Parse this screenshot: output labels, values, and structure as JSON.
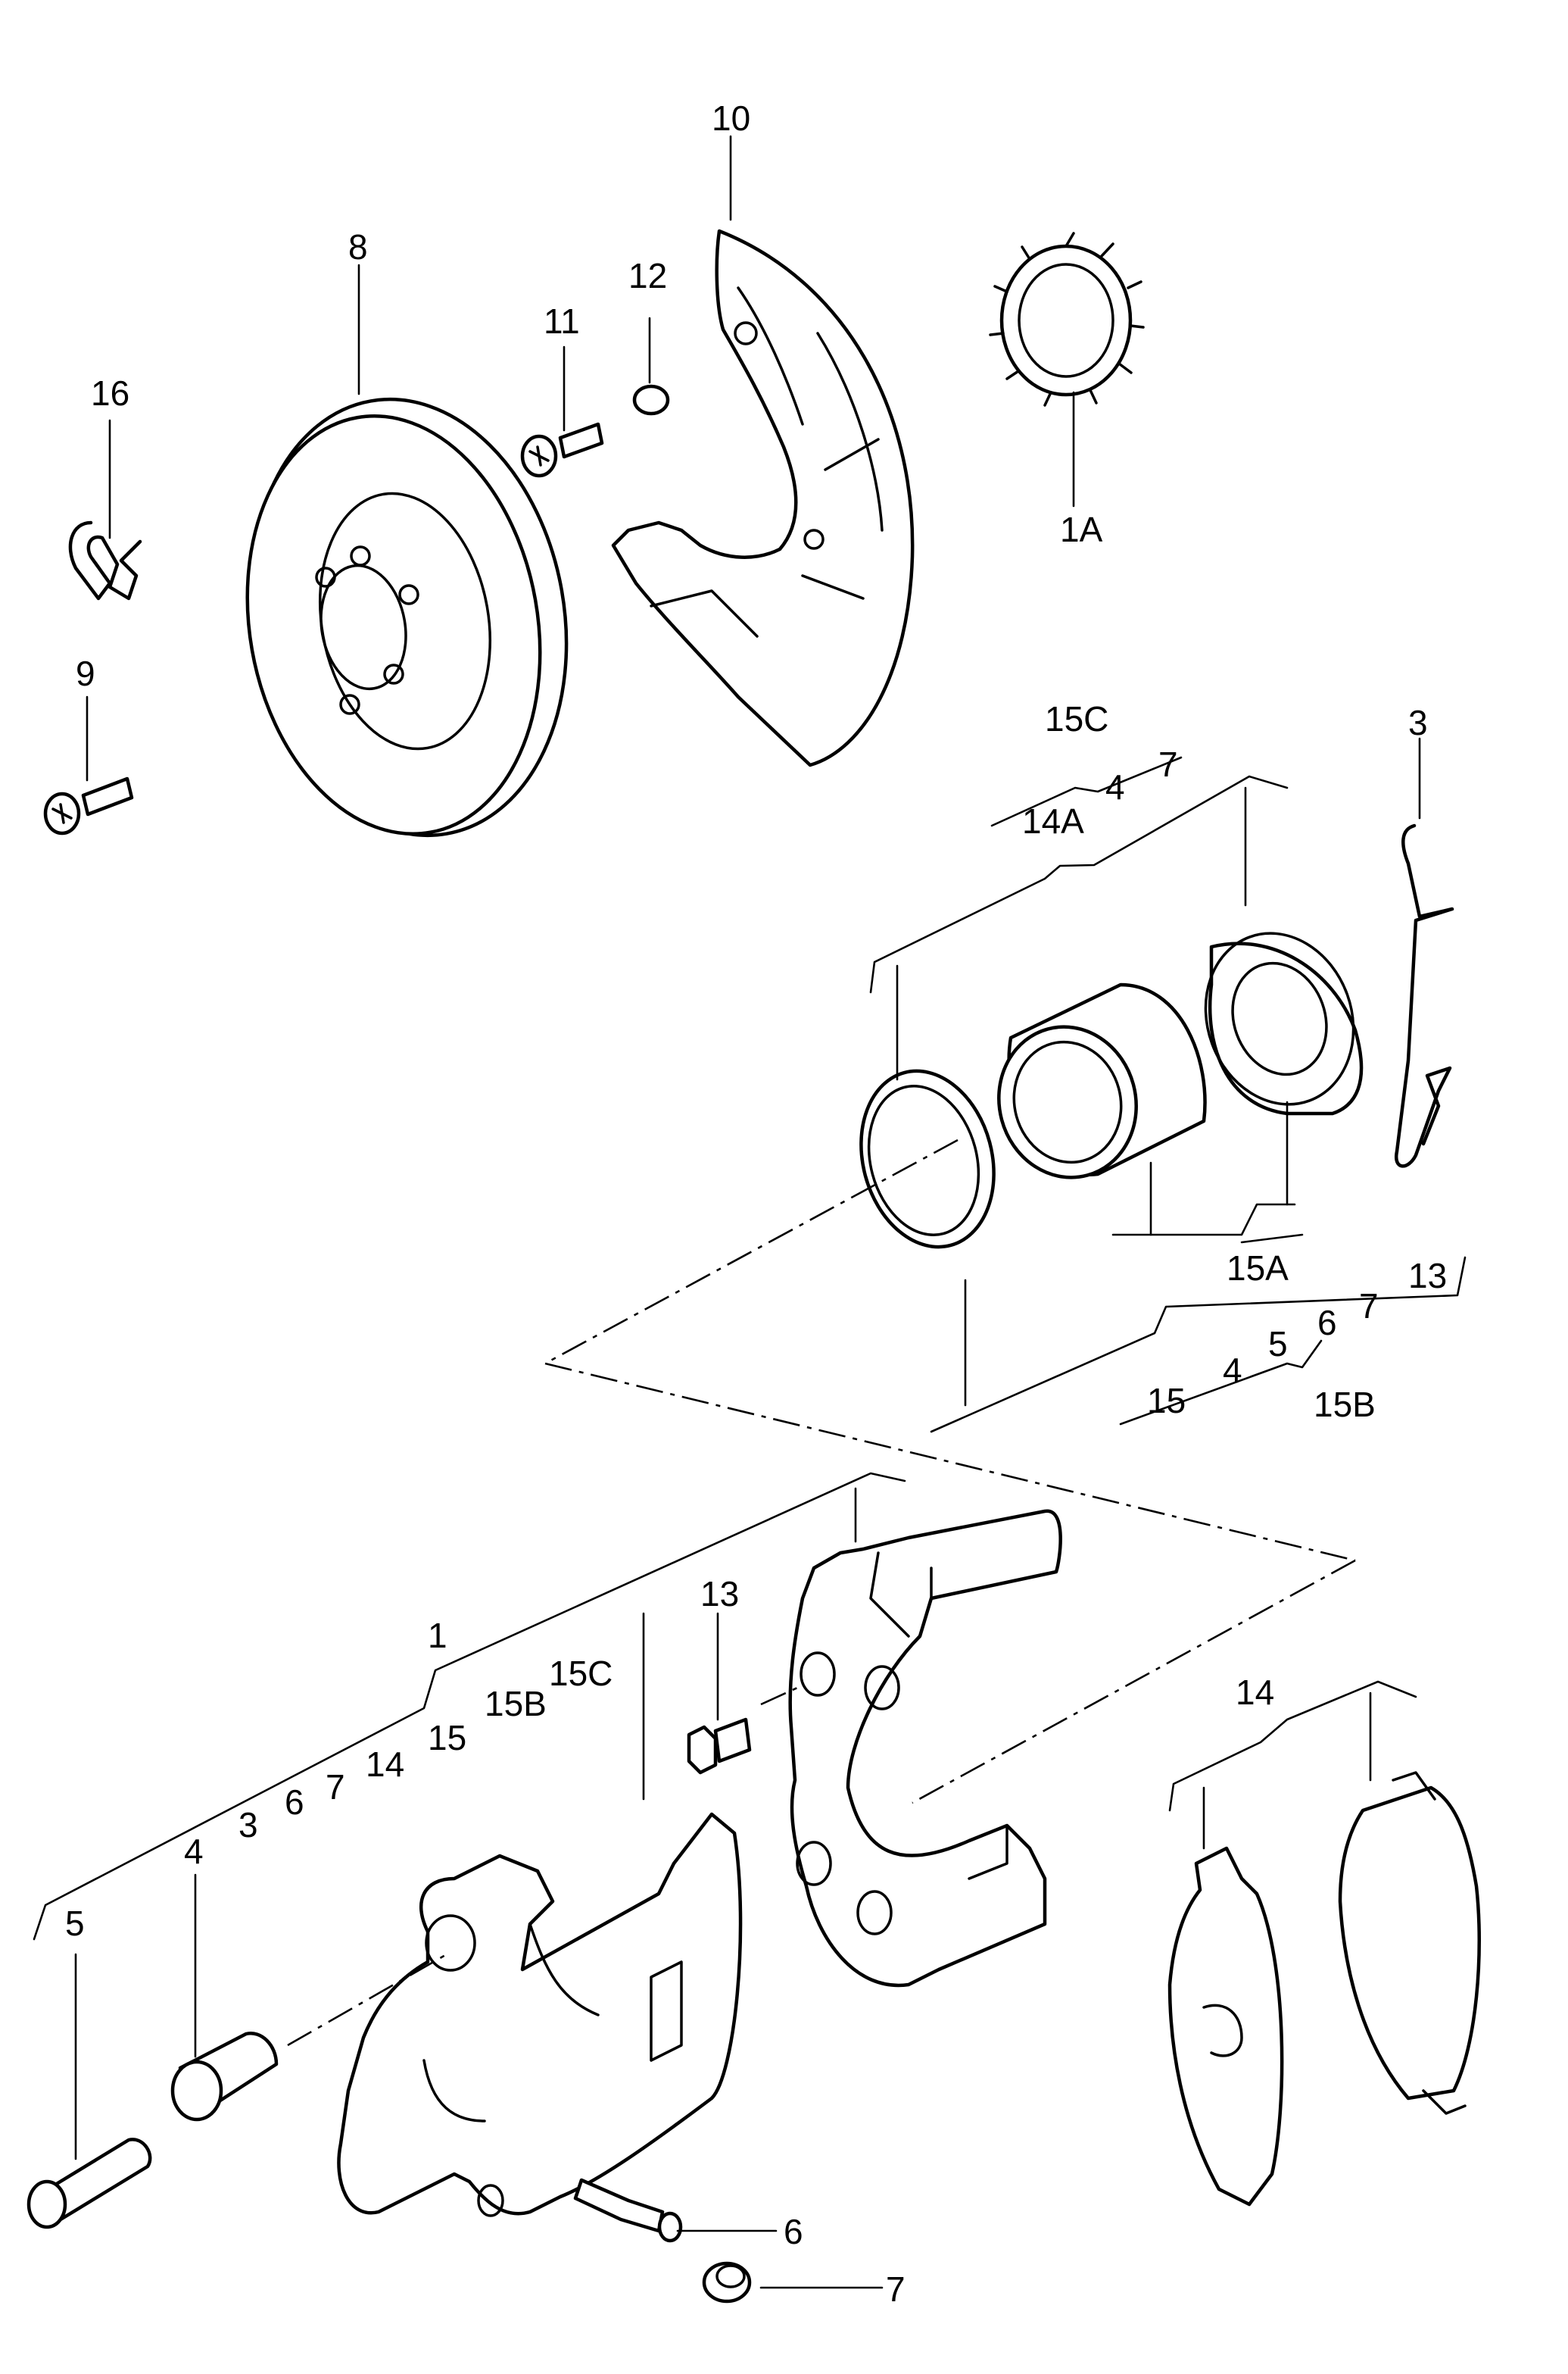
{
  "callouts": {
    "c1": "1",
    "c1A": "1A",
    "c3": "3",
    "c4": "4",
    "c5": "5",
    "c6": "6",
    "c7": "7",
    "c8": "8",
    "c9": "9",
    "c10": "10",
    "c11": "11",
    "c12": "12",
    "c13": "13",
    "c14": "14",
    "c14A": "14A",
    "c15": "15",
    "c15A": "15A",
    "c15B": "15B",
    "c15C": "15C",
    "c16": "16"
  },
  "colors": {
    "line": "#000000",
    "background": "#ffffff"
  }
}
